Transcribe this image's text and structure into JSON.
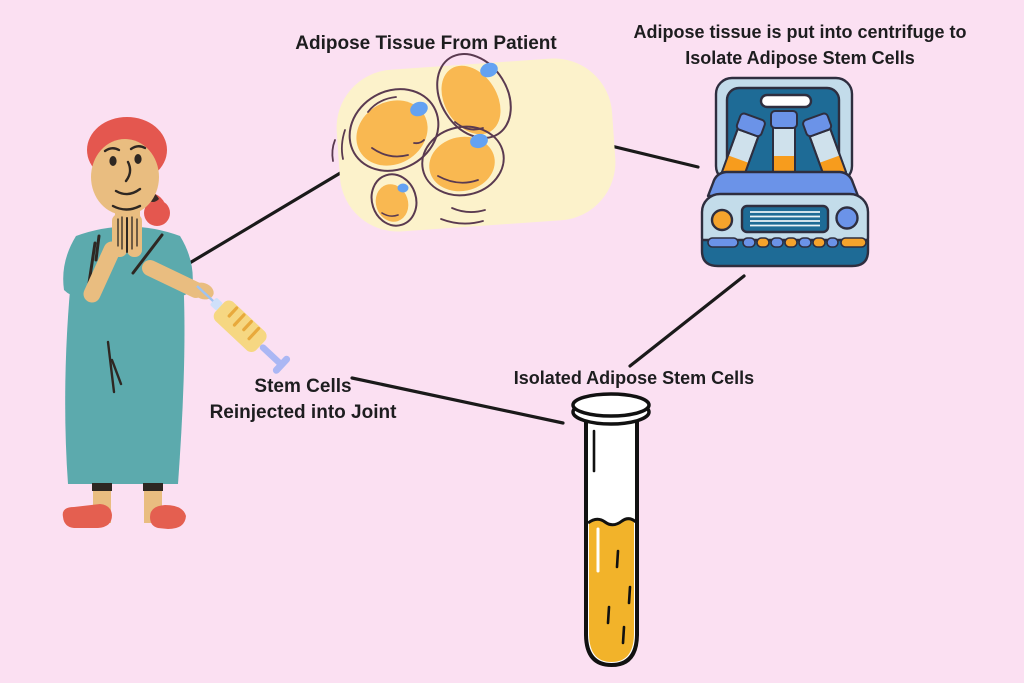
{
  "canvas": {
    "background": "#fbe0f2"
  },
  "labels": {
    "adipose_tissue": "Adipose Tissue From Patient",
    "centrifuge": {
      "line1": "Adipose tissue is put into centrifuge to",
      "line2": "Isolate Adipose Stem Cells"
    },
    "isolated_cells": "Isolated Adipose Stem Cells",
    "reinjection": {
      "line1": "Stem Cells",
      "line2": "Reinjected into Joint"
    }
  },
  "illustrations": {
    "patient": "patient-in-scrubs-illustration",
    "adipose": "adipose-tissue-cells-illustration",
    "centrifuge": "centrifuge-machine-illustration",
    "test_tube": "test-tube-with-isolated-cells-illustration",
    "syringe": "syringe-icon"
  },
  "colors": {
    "background": "#fbe0f2",
    "text": "#1d1d1f",
    "connector_line": "#1a1a1a",
    "tissue_blob": "#fcf2cb",
    "cell_fill": "#f9b851",
    "cell_nucleus": "#64a2f2",
    "cell_outline": "#5a3a50",
    "centrifuge_light_blue": "#c3dcea",
    "centrifuge_teal": "#1e6b96",
    "centrifuge_cornflower": "#6b93e8",
    "centrifuge_orange": "#f5a32c",
    "tube_liquid_yellow": "#f2b32a",
    "gown_teal": "#5caaad",
    "skin": "#e9bd80",
    "scarf_red": "#e4574f",
    "slipper_coral": "#e45f50",
    "syringe_barrel": "#f6d782",
    "syringe_plunger": "#abb7f4"
  }
}
